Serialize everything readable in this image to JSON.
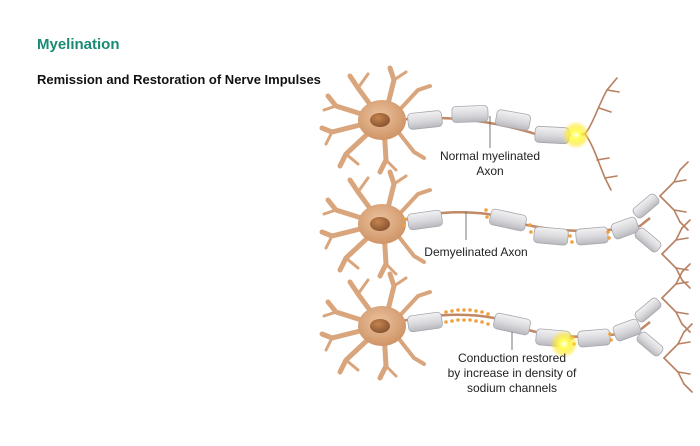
{
  "title": "Myelination",
  "subtitle": "Remission and Restoration of Nerve Impulses",
  "labels": {
    "normal": [
      "Normal myelinated",
      "Axon"
    ],
    "demyelinated": [
      "Demyelinated Axon"
    ],
    "restored": [
      "Conduction restored",
      "by increase in density of",
      "sodium channels"
    ]
  },
  "colors": {
    "title": "#1a8a74",
    "soma": "#d9a57c",
    "nucleus": "#a86a40",
    "myelin": "#dcdcde",
    "sodium_channel": "#f0a040",
    "impulse": "#ffee33"
  }
}
